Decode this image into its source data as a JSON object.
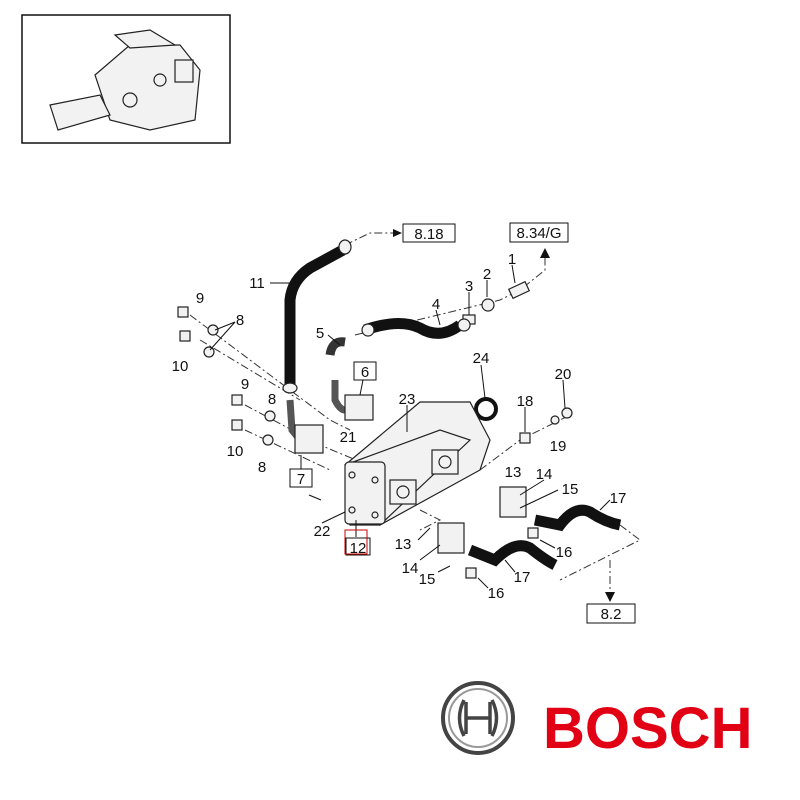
{
  "diagram": {
    "references": {
      "top_hose": "8.18",
      "top_right": "8.34/G",
      "bottom_right": "8.2"
    },
    "callouts": {
      "c1": "1",
      "c2": "2",
      "c3": "3",
      "c4": "4",
      "c5": "5",
      "c6": "6",
      "c7": "7",
      "c8a": "8",
      "c8b": "8",
      "c8c": "8",
      "c9a": "9",
      "c9b": "9",
      "c10a": "10",
      "c10b": "10",
      "c11": "11",
      "c12": "12",
      "c13a": "13",
      "c13b": "13",
      "c14a": "14",
      "c14b": "14",
      "c15a": "15",
      "c15b": "15",
      "c16a": "16",
      "c16b": "16",
      "c17a": "17",
      "c17b": "17",
      "c18": "18",
      "c19": "19",
      "c20": "20",
      "c21": "21",
      "c22": "22",
      "c23": "23",
      "c24": "24"
    }
  },
  "logo": {
    "brand": "BOSCH",
    "color": "#e20015"
  }
}
